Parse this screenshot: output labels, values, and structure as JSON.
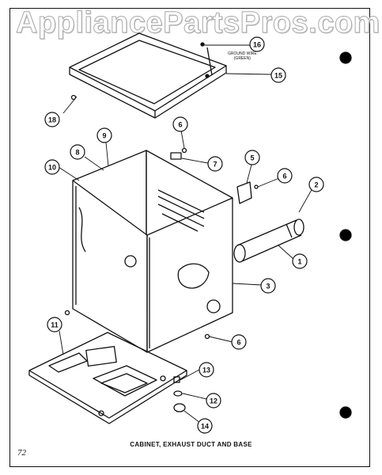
{
  "watermark": "AppliancePartsPros.com",
  "caption": "CABINET, EXHAUST DUCT AND BASE",
  "page_number": "72",
  "ground_wire_note": "GROUND WIRE\n(GREEN)",
  "callouts": {
    "c1": "1",
    "c2": "2",
    "c3": "3",
    "c5": "5",
    "c6a": "6",
    "c6b": "6",
    "c6c": "6",
    "c7": "7",
    "c8": "8",
    "c9": "9",
    "c10": "10",
    "c11": "11",
    "c12": "12",
    "c13": "13",
    "c14": "14",
    "c15": "15",
    "c16": "16",
    "c18": "18"
  }
}
